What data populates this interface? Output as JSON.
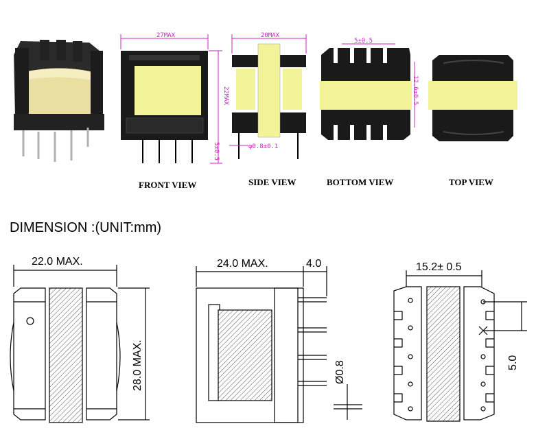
{
  "captions": {
    "front": "FRONT VIEW",
    "side": "SIDE VIEW",
    "bottom": "BOTTOM VIEW",
    "top": "TOP VIEW"
  },
  "top_dims": {
    "front_width": "27MAX",
    "front_height": "22MAX",
    "front_pin": "5±0.5",
    "side_width": "20MAX",
    "side_pin_dia": "φ0.8±0.1",
    "bottom_pitch": "5±0.5",
    "bottom_height": "12.6±0.5"
  },
  "section_title": "DIMENSION :(UNIT:mm)",
  "lower_dims": {
    "front_width": "22.0 MAX.",
    "front_height": "28.0 MAX.",
    "side_width": "24.0 MAX.",
    "side_pin_len": "4.0",
    "side_pin_dia": "Ø0.8",
    "bottom_width": "15.2± 0.5",
    "bottom_pitch": "5.0"
  },
  "colors": {
    "core": "#f3f39a",
    "bobbin": "#1a1a1a",
    "dim_line": "#d020c0",
    "drawing": "#000000"
  }
}
